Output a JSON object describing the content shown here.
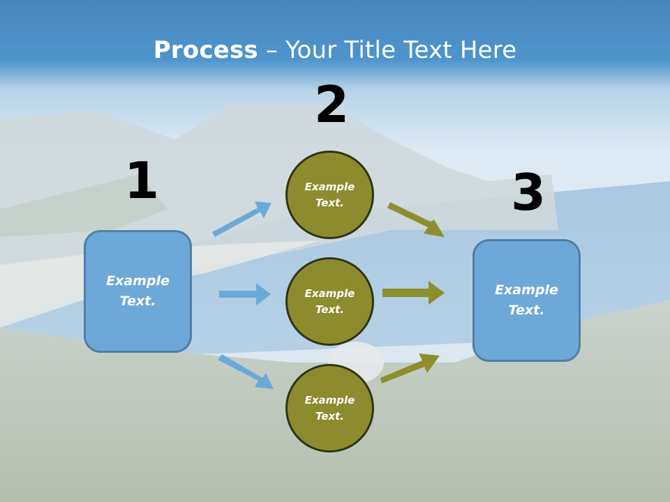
{
  "title": {
    "bold": "Process",
    "rest": " – Your Title Text Here"
  },
  "numbers": [
    "1",
    "2",
    "3"
  ],
  "left_box": {
    "label": "Example\nText."
  },
  "circles": [
    {
      "label": "Example\nText."
    },
    {
      "label": "Example\nText."
    },
    {
      "label": "Example\nText."
    }
  ],
  "right_box": {
    "label": "Example\nText."
  },
  "colors": {
    "sky": "#4e92c8",
    "box_fill": "#6ea8d8",
    "box_border": "#4f7fa6",
    "circle_fill": "#8c8c2e",
    "circle_border": "#2f3416",
    "blue_arrow": "#6aaad8",
    "olive_arrow": "#8e8e2e"
  }
}
